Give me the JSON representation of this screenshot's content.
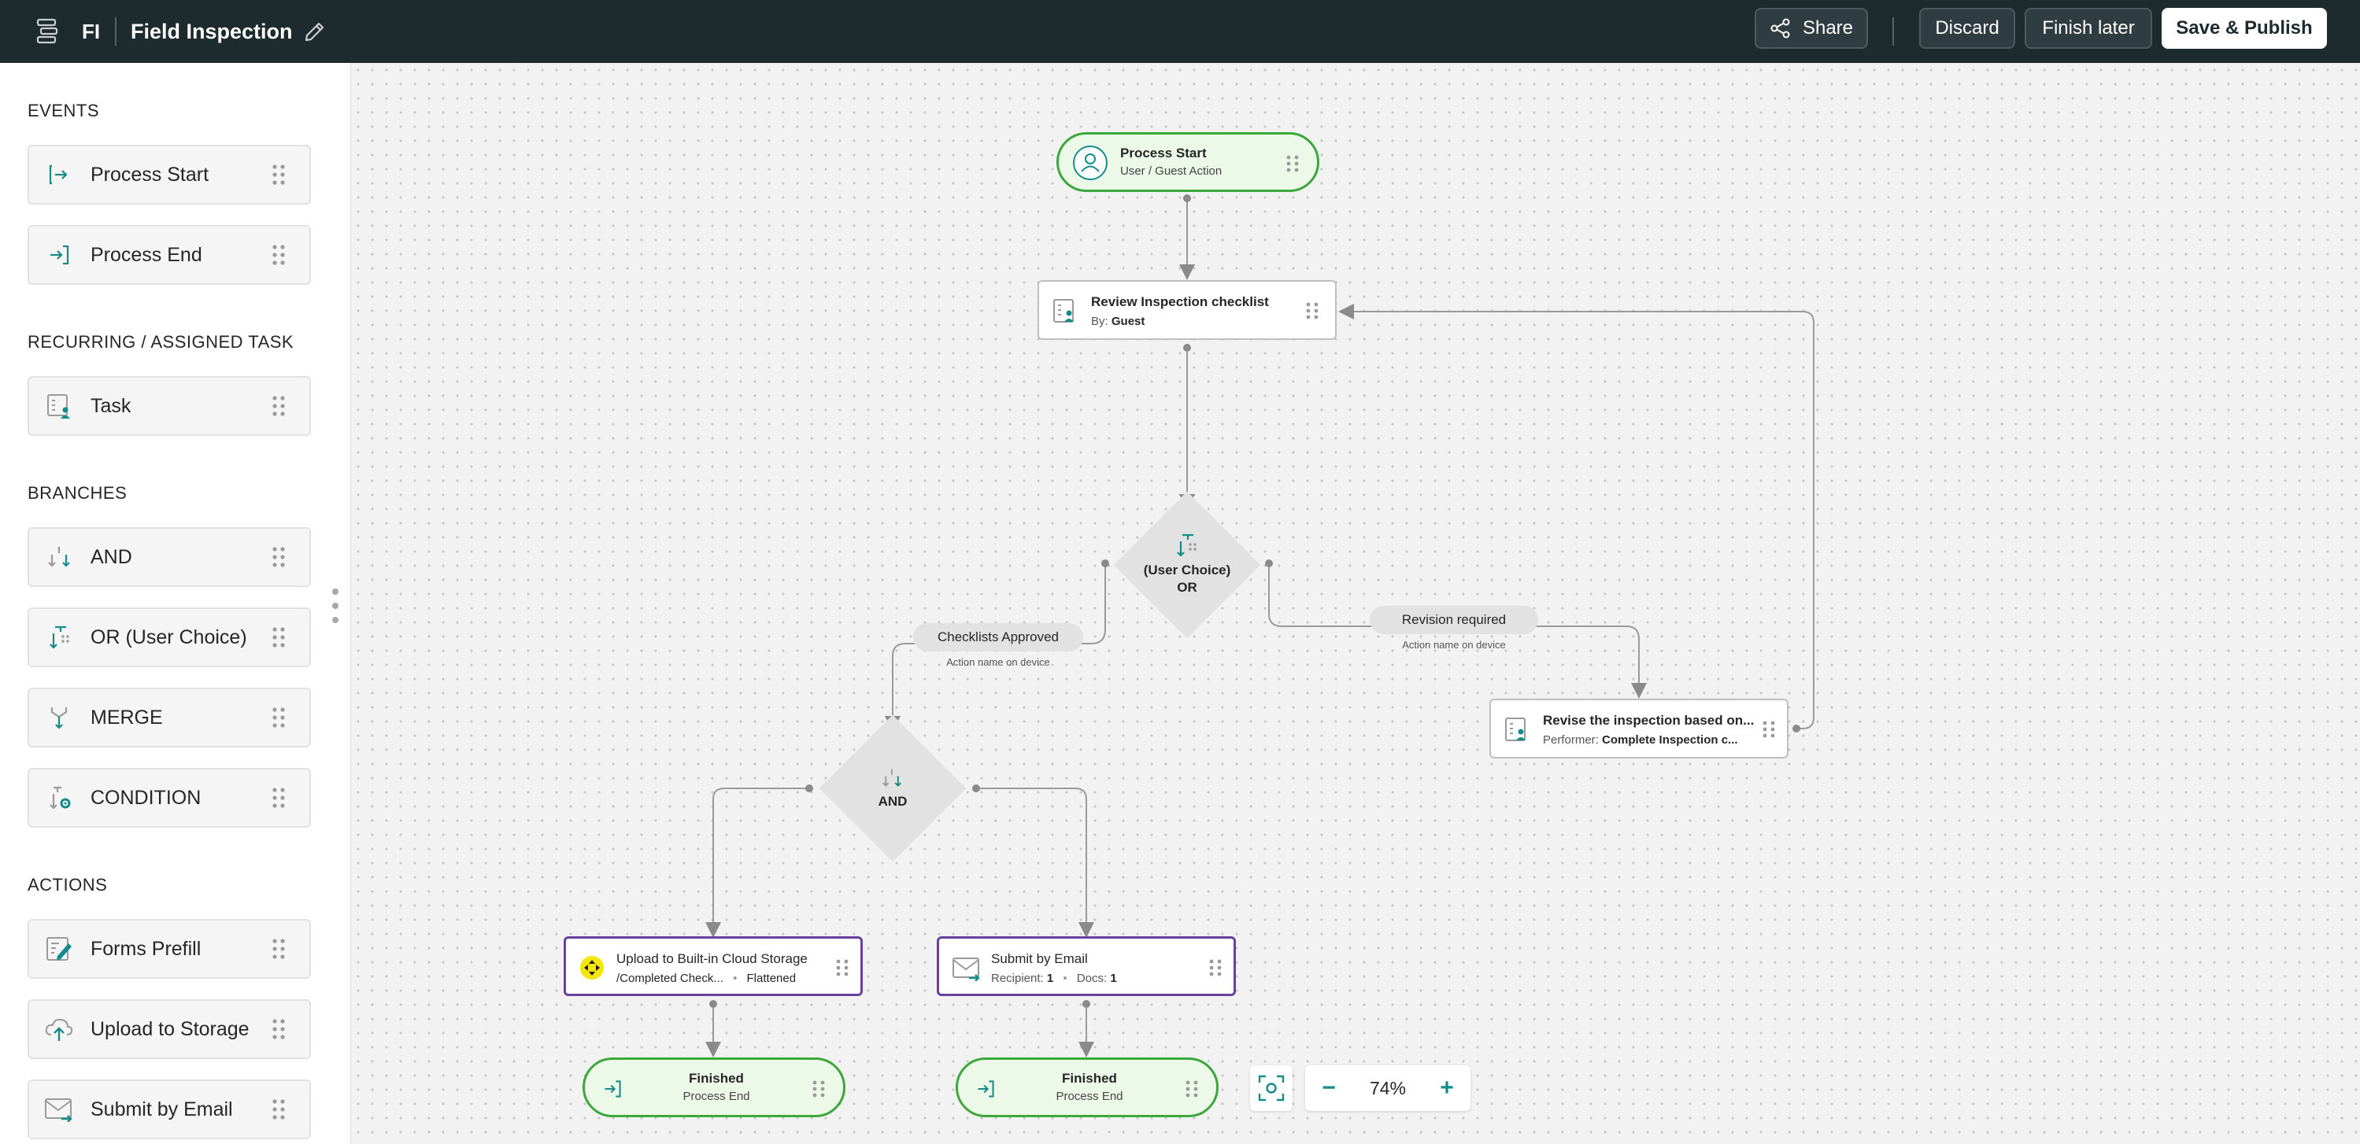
{
  "header": {
    "app_abbr": "FI",
    "title": "Field Inspection",
    "share_label": "Share",
    "discard_label": "Discard",
    "finish_later_label": "Finish later",
    "save_publish_label": "Save & Publish",
    "menu_icon": "process-icon",
    "edit_icon": "pencil-icon",
    "share_icon": "share-icon"
  },
  "sidebar": {
    "sections": [
      {
        "title": "EVENTS",
        "items": [
          {
            "label": "Process Start",
            "icon": "process-start-icon"
          },
          {
            "label": "Process End",
            "icon": "process-end-icon"
          }
        ]
      },
      {
        "title": "RECURRING / ASSIGNED TASK",
        "items": [
          {
            "label": "Task",
            "icon": "task-icon"
          }
        ]
      },
      {
        "title": "BRANCHES",
        "items": [
          {
            "label": "AND",
            "icon": "and-branch-icon"
          },
          {
            "label": "OR (User Choice)",
            "icon": "or-branch-icon"
          },
          {
            "label": "MERGE",
            "icon": "merge-icon"
          },
          {
            "label": "CONDITION",
            "icon": "condition-icon"
          }
        ]
      },
      {
        "title": "ACTIONS",
        "items": [
          {
            "label": "Forms Prefill",
            "icon": "forms-prefill-icon"
          },
          {
            "label": "Upload to Storage",
            "icon": "upload-cloud-icon"
          },
          {
            "label": "Submit by Email",
            "icon": "email-icon"
          }
        ]
      }
    ]
  },
  "flow": {
    "start": {
      "title": "Process Start",
      "subtitle": "User / Guest Action"
    },
    "review": {
      "title": "Review Inspection checklist",
      "sub_prefix": "By:",
      "sub_value": "Guest"
    },
    "or_branch": {
      "line1": "(User Choice)",
      "line2": "OR"
    },
    "approved": {
      "label": "Checklists Approved",
      "sub": "Action name on device"
    },
    "revision": {
      "label": "Revision required",
      "sub": "Action name on device"
    },
    "revise": {
      "title": "Revise the inspection based on...",
      "sub_prefix": "Performer:",
      "sub_value": "Complete Inspection c..."
    },
    "and_branch": {
      "label": "AND"
    },
    "upload": {
      "title": "Upload to Built-in Cloud Storage",
      "sub_path": "/Completed Check...",
      "sub_mode": "Flattened"
    },
    "email": {
      "title": "Submit by Email",
      "recipient_label": "Recipient:",
      "recipient_value": "1",
      "docs_label": "Docs:",
      "docs_value": "1"
    },
    "end1": {
      "title": "Finished",
      "subtitle": "Process End"
    },
    "end2": {
      "title": "Finished",
      "subtitle": "Process End"
    }
  },
  "zoom": {
    "value": "74%",
    "minus": "−",
    "plus": "+",
    "fit_icon": "fit-view-icon"
  },
  "colors": {
    "header_bg": "#1d2a2e",
    "accent": "#158c8c",
    "start_end_border": "#3aa83a",
    "action_border": "#6a3fa0"
  }
}
